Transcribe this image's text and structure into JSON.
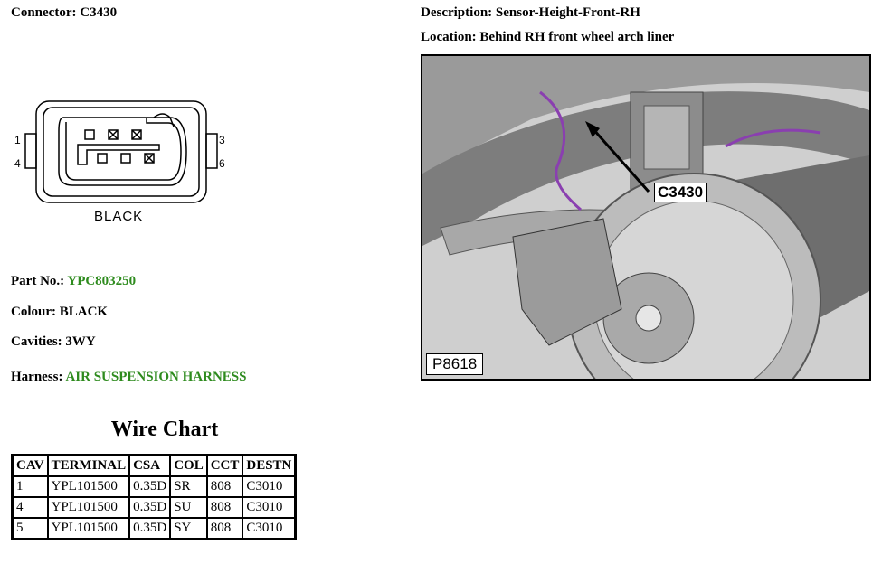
{
  "connector": {
    "label": "Connector:",
    "value": "C3430"
  },
  "description": {
    "label": "Description:",
    "value": "Sensor-Height-Front-RH"
  },
  "location": {
    "label": "Location:",
    "value": "Behind RH front wheel arch liner"
  },
  "diagram": {
    "pin_left_top": "1",
    "pin_left_bottom": "4",
    "pin_right_top": "3",
    "pin_right_bottom": "6",
    "colour_caption": "BLACK"
  },
  "photo": {
    "callout": "C3430",
    "photo_id": "P8618"
  },
  "part_no": {
    "label": "Part No.:",
    "value": "YPC803250"
  },
  "colour": {
    "label": "Colour:",
    "value": "BLACK"
  },
  "cavities": {
    "label": "Cavities:",
    "value": "3WY"
  },
  "harness": {
    "label": "Harness:",
    "value": "AIR SUSPENSION HARNESS"
  },
  "wire_chart": {
    "title": "Wire Chart",
    "headers": [
      "CAV",
      "TERMINAL",
      "CSA",
      "COL",
      "CCT",
      "DESTN"
    ],
    "rows": [
      [
        "1",
        "YPL101500",
        "0.35D",
        "SR",
        "808",
        "C3010"
      ],
      [
        "4",
        "YPL101500",
        "0.35D",
        "SU",
        "808",
        "C3010"
      ],
      [
        "5",
        "YPL101500",
        "0.35D",
        "SY",
        "808",
        "C3010"
      ]
    ]
  },
  "colors": {
    "accent_green": "#2e8b1e",
    "wire_purple": "#8a3fb0"
  }
}
